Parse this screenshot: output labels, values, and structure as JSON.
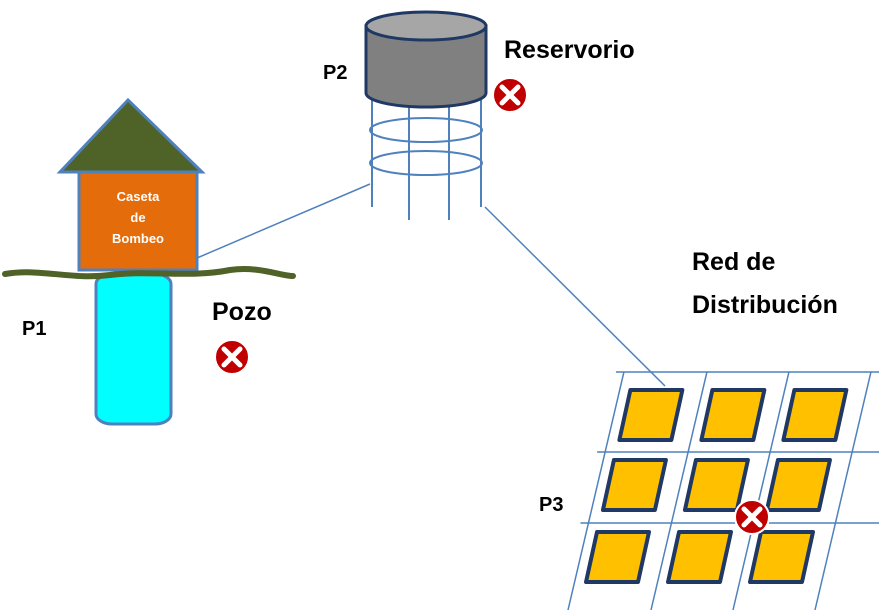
{
  "labels": {
    "p1": "P1",
    "p2": "P2",
    "p3": "P3",
    "pozo": "Pozo",
    "reservorio": "Reservorio",
    "red_line1": "Red de",
    "red_line2": "Distribución",
    "house_line1": "Caseta",
    "house_line2": "de",
    "house_line3": "Bombeo"
  },
  "icons": {
    "marker": "x-circle-icon"
  },
  "colors": {
    "roof": "#4f6228",
    "house": "#e46c0a",
    "well": "#00ffff",
    "tank": "#808080",
    "ground": "#4f6228",
    "pipe": "#4f81bd",
    "grid_tile": "#ffc000",
    "tile_border": "#1f3864",
    "marker": "#c00000"
  }
}
